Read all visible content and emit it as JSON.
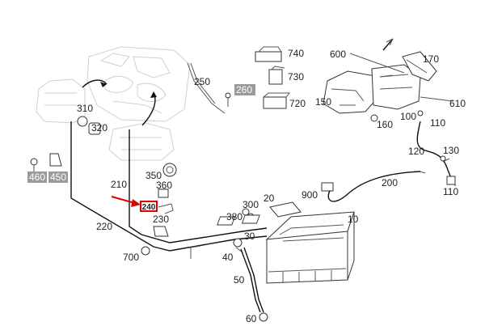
{
  "diagram": {
    "labels": {
      "l740": "740",
      "l730": "730",
      "l720": "720",
      "l250": "250",
      "l260": "260",
      "l600": "600",
      "l170": "170",
      "l150": "150",
      "l160": "160",
      "l100": "100",
      "l110a": "110",
      "l610": "610",
      "l120": "120",
      "l130": "130",
      "l110b": "110",
      "l310": "310",
      "l320": "320",
      "l460": "460",
      "l450": "450",
      "l210": "210",
      "l350": "350",
      "l360": "360",
      "l230": "230",
      "l220": "220",
      "l700": "700",
      "l300": "300",
      "l20": "20",
      "l380": "380",
      "l10": "10",
      "l900": "900",
      "l200": "200",
      "l30": "30",
      "l40": "40",
      "l50": "50",
      "l60": "60",
      "highlight": "240"
    },
    "colors": {
      "highlight_border": "#e00000",
      "arrow": "#e00000",
      "grey_badge": "#9a9a9a"
    }
  }
}
